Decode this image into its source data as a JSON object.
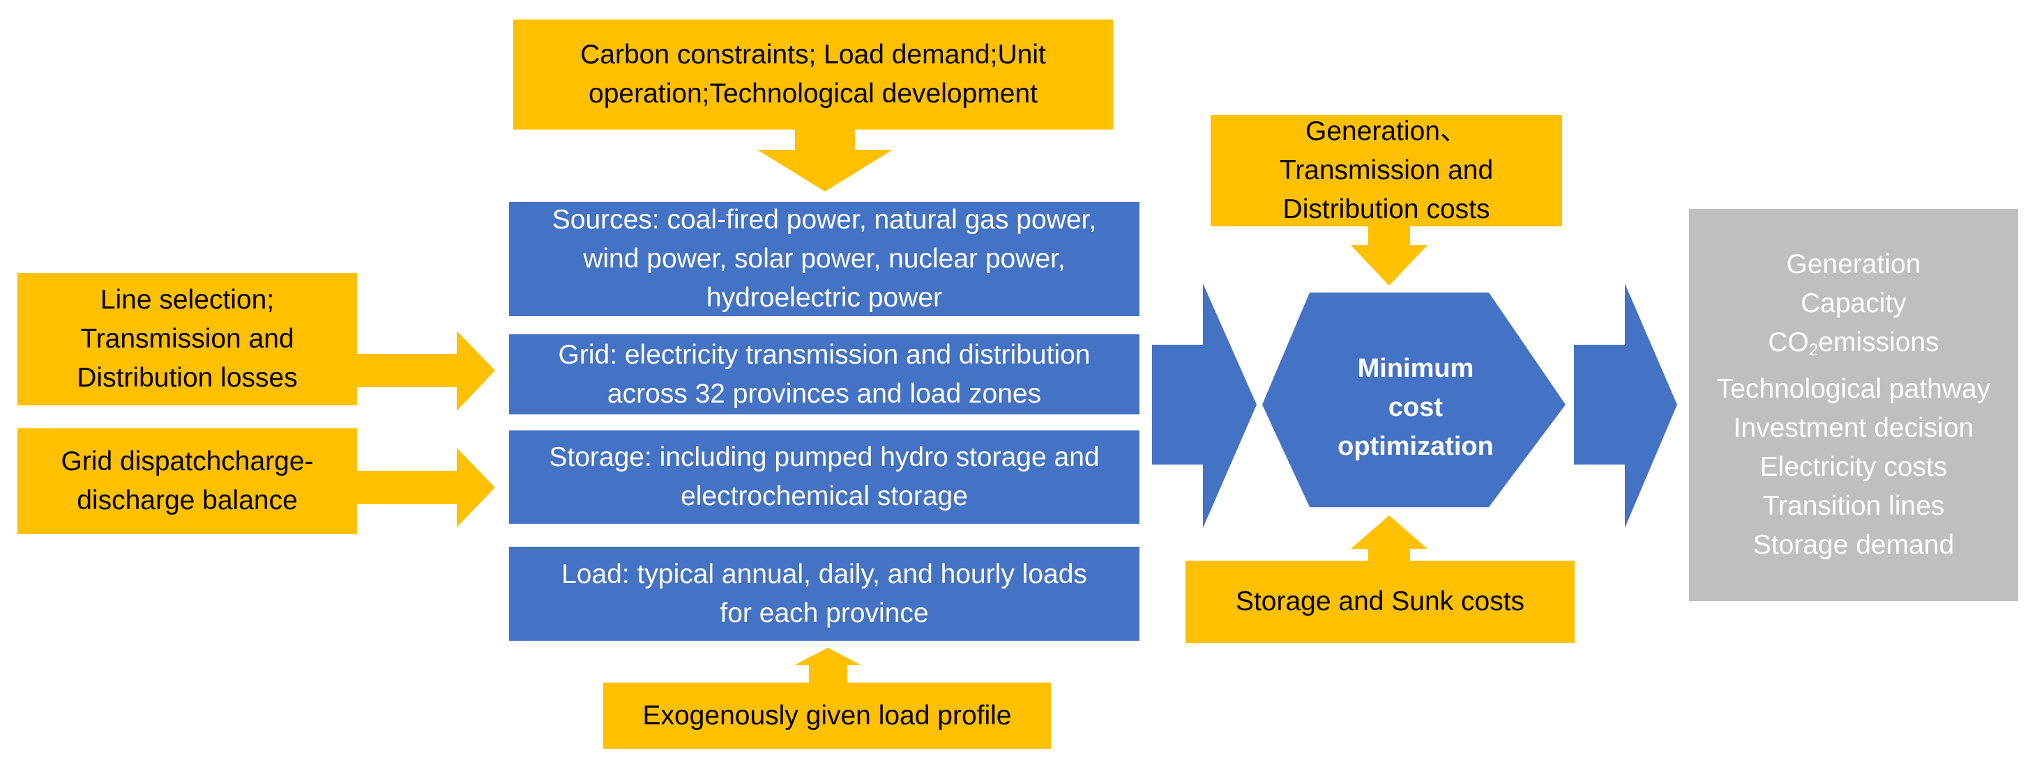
{
  "colors": {
    "yellow": "#ffc000",
    "blue": "#4472c4",
    "grey": "#bfbfbf",
    "arrow_blue": "#4472c4"
  },
  "inputs": {
    "top": [
      "Carbon constraints; Load demand;Unit",
      "operation;Technological development"
    ],
    "line_selection": [
      "Line selection;",
      "Transmission and",
      "Distribution losses"
    ],
    "grid_dispatch": [
      "Grid dispatchcharge-",
      "discharge balance"
    ],
    "exogenous": [
      "Exogenously given load profile"
    ]
  },
  "modules": {
    "sources": [
      "Sources: coal-fired power, natural gas power,",
      "wind power, solar power, nuclear power,",
      "hydroelectric power"
    ],
    "grid": [
      "Grid: electricity transmission and distribution",
      "across 32 provinces and load zones"
    ],
    "storage": [
      "Storage: including pumped hydro storage and",
      "electrochemical storage"
    ],
    "load": [
      "Load: typical annual, daily, and hourly loads",
      "for each province"
    ]
  },
  "costs": {
    "generation": [
      "Generation、",
      "Transmission and",
      "Distribution costs"
    ],
    "storage_sunk": [
      "Storage and Sunk costs"
    ]
  },
  "optimization": [
    "Minimum",
    "cost",
    "optimization"
  ],
  "outputs": {
    "generation": "Generation",
    "capacity": "Capacity",
    "co2_main": "CO",
    "co2_sub": "2",
    "co2_rest": "emissions",
    "pathway": "Technological pathway",
    "investment": "Investment decision",
    "electricity_costs": "Electricity costs",
    "transition_lines": "Transition lines",
    "storage_demand": "Storage demand"
  }
}
